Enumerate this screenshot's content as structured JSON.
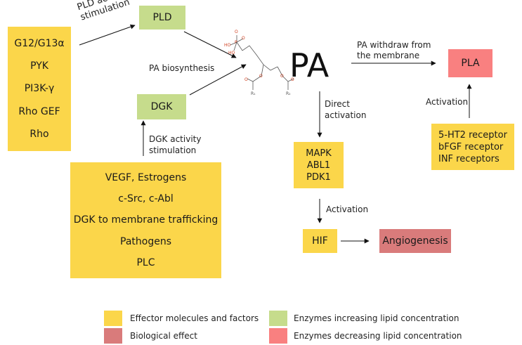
{
  "left_effectors": {
    "items": [
      "G12/G13α",
      "PYK",
      "PI3K-γ",
      "Rho GEF",
      "Rho"
    ]
  },
  "pld": {
    "label": "PLD"
  },
  "pld_arrow_label": {
    "line1": "PLD activity",
    "line2": "stimulation"
  },
  "pa_biosynthesis_label": "PA biosynthesis",
  "dgk": {
    "label": "DGK"
  },
  "dgk_arrow_label": {
    "line1": "DGK activity",
    "line2": "stimulation"
  },
  "dgk_effectors": {
    "items": [
      "VEGF, Estrogens",
      "c-Src, c-Abl",
      "DGK to membrane trafficking",
      "Pathogens",
      "PLC"
    ]
  },
  "pa": {
    "label": "PA"
  },
  "pa_withdraw_label": {
    "line1": "PA withdraw from",
    "line2": "the membrane"
  },
  "pla": {
    "label": "PLA"
  },
  "activation_pla_label": "Activation",
  "receptors": {
    "items": [
      "5-HT2 receptor",
      "bFGF receptor",
      "INF receptors"
    ]
  },
  "direct_activation_label": {
    "line1": "Direct",
    "line2": "activation"
  },
  "kinases": {
    "items": [
      "MAPK",
      "ABL1",
      "PDK1"
    ]
  },
  "activation_hif_label": "Activation",
  "hif": {
    "label": "HIF"
  },
  "angiogenesis": {
    "label": "Angiogenesis"
  },
  "legend": {
    "effector": "Effector molecules and factors",
    "biological": "Biological effect",
    "increasing": "Enzymes increasing lipid concentration",
    "decreasing": "Enzymes decreasing lipid concentration"
  },
  "colors": {
    "effector": "#fbd64a",
    "biological": "#d97b7b",
    "increasing": "#c6dc8c",
    "decreasing": "#f98080"
  }
}
